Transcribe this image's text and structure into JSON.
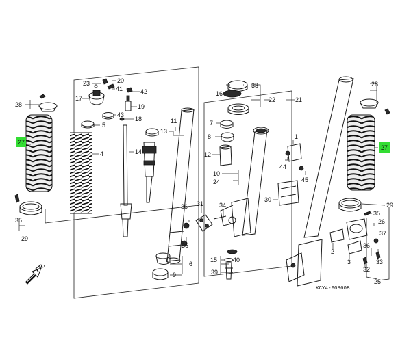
{
  "diagram": {
    "code": "KCY4-F0860B",
    "front_label": "FR.",
    "highlight_color": "#33dd33",
    "callouts": {
      "c1": "1",
      "c2": "2",
      "c3": "3",
      "c4": "4",
      "c5": "5",
      "c6": "6",
      "c7": "7",
      "c8": "8",
      "c9": "9",
      "c10": "10",
      "c11": "11",
      "c12": "12",
      "c13": "13",
      "c14": "14",
      "c15": "15",
      "c16": "16",
      "c17": "17",
      "c18": "18",
      "c19": "19",
      "c20": "20",
      "c21": "21",
      "c22": "22",
      "c23": "23",
      "c24": "24",
      "c25": "25",
      "c26": "26",
      "c27": "27",
      "c28": "28",
      "c29": "29",
      "c30": "30",
      "c31": "31",
      "c32": "32",
      "c33": "33",
      "c34": "34",
      "c35": "35",
      "c36": "36",
      "c37": "37",
      "c38": "38",
      "c39": "39",
      "c40": "40",
      "c41": "41",
      "c42": "42",
      "c43": "43",
      "c44": "44",
      "c45": "45"
    }
  }
}
